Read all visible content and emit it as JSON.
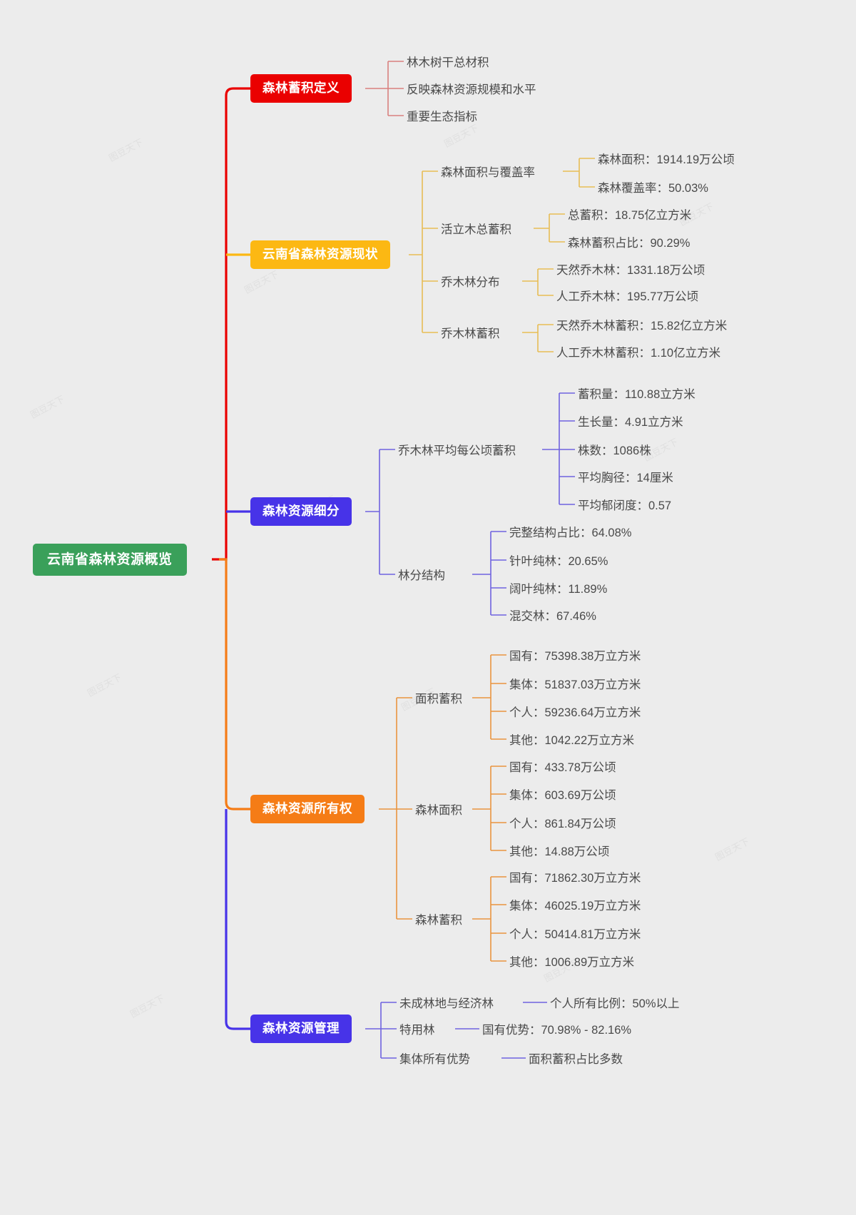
{
  "background_color": "#ececec",
  "root": {
    "label": "云南省森林资源概览",
    "color": "#3aa05a"
  },
  "watermark_text": "图豆天下",
  "branches": [
    {
      "label": "森林蓄积定义",
      "color": "#ea0000",
      "children": [
        {
          "label": "林木树干总材积"
        },
        {
          "label": "反映森林资源规模和水平"
        },
        {
          "label": "重要生态指标"
        }
      ]
    },
    {
      "label": "云南省森林资源现状",
      "color": "#fcb813",
      "children": [
        {
          "label": "森林面积与覆盖率",
          "children": [
            {
              "label": "森林面积：1914.19万公顷"
            },
            {
              "label": "森林覆盖率：50.03%"
            }
          ]
        },
        {
          "label": "活立木总蓄积",
          "children": [
            {
              "label": "总蓄积：18.75亿立方米"
            },
            {
              "label": "森林蓄积占比：90.29%"
            }
          ]
        },
        {
          "label": "乔木林分布",
          "children": [
            {
              "label": "天然乔木林：1331.18万公顷"
            },
            {
              "label": "人工乔木林：195.77万公顷"
            }
          ]
        },
        {
          "label": "乔木林蓄积",
          "children": [
            {
              "label": "天然乔木林蓄积：15.82亿立方米"
            },
            {
              "label": "人工乔木林蓄积：1.10亿立方米"
            }
          ]
        }
      ]
    },
    {
      "label": "森林资源细分",
      "color": "#4733e8",
      "children": [
        {
          "label": "乔木林平均每公顷蓄积",
          "children": [
            {
              "label": "蓄积量：110.88立方米"
            },
            {
              "label": "生长量：4.91立方米"
            },
            {
              "label": "株数：1086株"
            },
            {
              "label": "平均胸径：14厘米"
            },
            {
              "label": "平均郁闭度：0.57"
            }
          ]
        },
        {
          "label": "林分结构",
          "children": [
            {
              "label": "完整结构占比：64.08%"
            },
            {
              "label": "针叶纯林：20.65%"
            },
            {
              "label": "阔叶纯林：11.89%"
            },
            {
              "label": "混交林：67.46%"
            }
          ]
        }
      ]
    },
    {
      "label": "森林资源所有权",
      "color": "#f57c16",
      "children": [
        {
          "label": "面积蓄积",
          "children": [
            {
              "label": "国有：75398.38万立方米"
            },
            {
              "label": "集体：51837.03万立方米"
            },
            {
              "label": "个人：59236.64万立方米"
            },
            {
              "label": "其他：1042.22万立方米"
            }
          ]
        },
        {
          "label": "森林面积",
          "children": [
            {
              "label": "国有：433.78万公顷"
            },
            {
              "label": "集体：603.69万公顷"
            },
            {
              "label": "个人：861.84万公顷"
            },
            {
              "label": "其他：14.88万公顷"
            }
          ]
        },
        {
          "label": "森林蓄积",
          "children": [
            {
              "label": "国有：71862.30万立方米"
            },
            {
              "label": "集体：46025.19万立方米"
            },
            {
              "label": "个人：50414.81万立方米"
            },
            {
              "label": "其他：1006.89万立方米"
            }
          ]
        }
      ]
    },
    {
      "label": "森林资源管理",
      "color": "#4733e8",
      "children": [
        {
          "label": "未成林地与经济林",
          "children": [
            {
              "label": "个人所有比例：50%以上"
            }
          ]
        },
        {
          "label": "特用林",
          "children": [
            {
              "label": "国有优势：70.98% - 82.16%"
            }
          ]
        },
        {
          "label": "集体所有优势",
          "children": [
            {
              "label": "面积蓄积占比多数"
            }
          ]
        }
      ]
    }
  ]
}
